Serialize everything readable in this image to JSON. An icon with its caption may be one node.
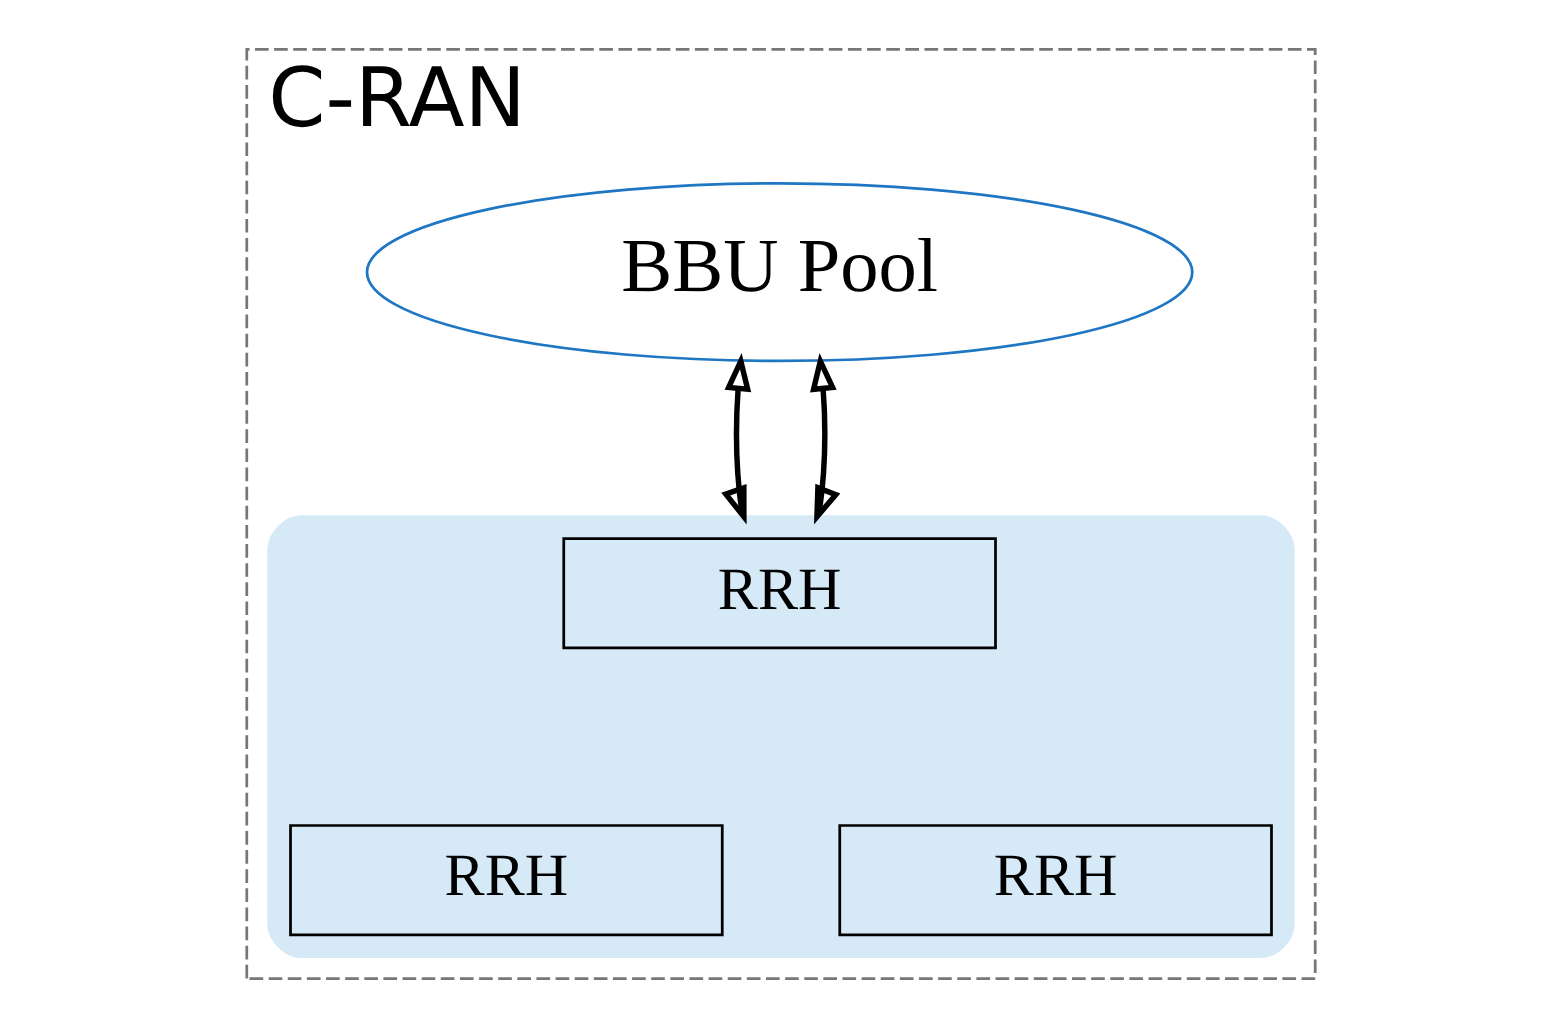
{
  "diagram": {
    "nodes": [
      {
        "text": [
          "C-RAN"
        ]
      },
      {
        "text": [
          "BBU Pool"
        ],
        "in": 0
      },
      {
        "text": [],
        "shape": "ellipse",
        "in": 0
      },
      {
        "text": [
          "RRH"
        ],
        "in": 2
      },
      {
        "text": [
          "RRH"
        ],
        "in": 2
      },
      {
        "text": [
          "RRH"
        ],
        "in": 2
      }
    ],
    "edges": [
      {
        "from": 1,
        "to": 2,
        "arrow": "both"
      },
      {
        "from": 1,
        "to": 2,
        "arrow": "both"
      }
    ]
  }
}
